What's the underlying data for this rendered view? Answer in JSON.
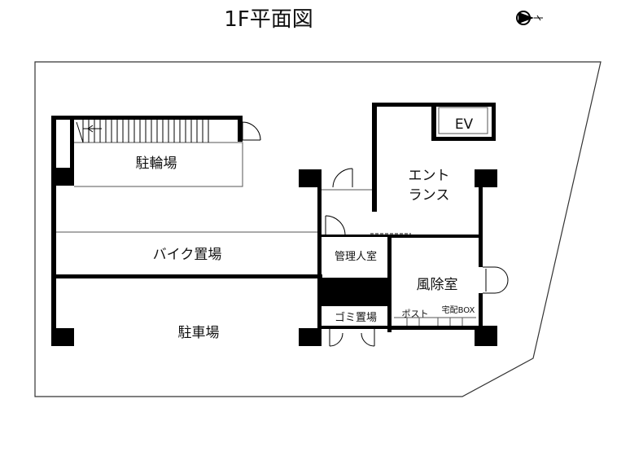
{
  "title": "1F平面図",
  "rooms": {
    "bicycle_parking": "駐輪場",
    "bike_parking": "バイク置場",
    "car_parking": "駐車場",
    "elevator": "EV",
    "entrance_line1": "エント",
    "entrance_line2": "ランス",
    "manager_room": "管理人室",
    "windbreak_room": "風除室",
    "garbage_room": "ゴミ置場",
    "mailbox": "ポスト",
    "delivery_box": "宅配BOX"
  },
  "colors": {
    "wall": "#000000",
    "background": "#ffffff",
    "outline": "#333333"
  },
  "icons": {
    "north": "north-arrow-icon"
  }
}
